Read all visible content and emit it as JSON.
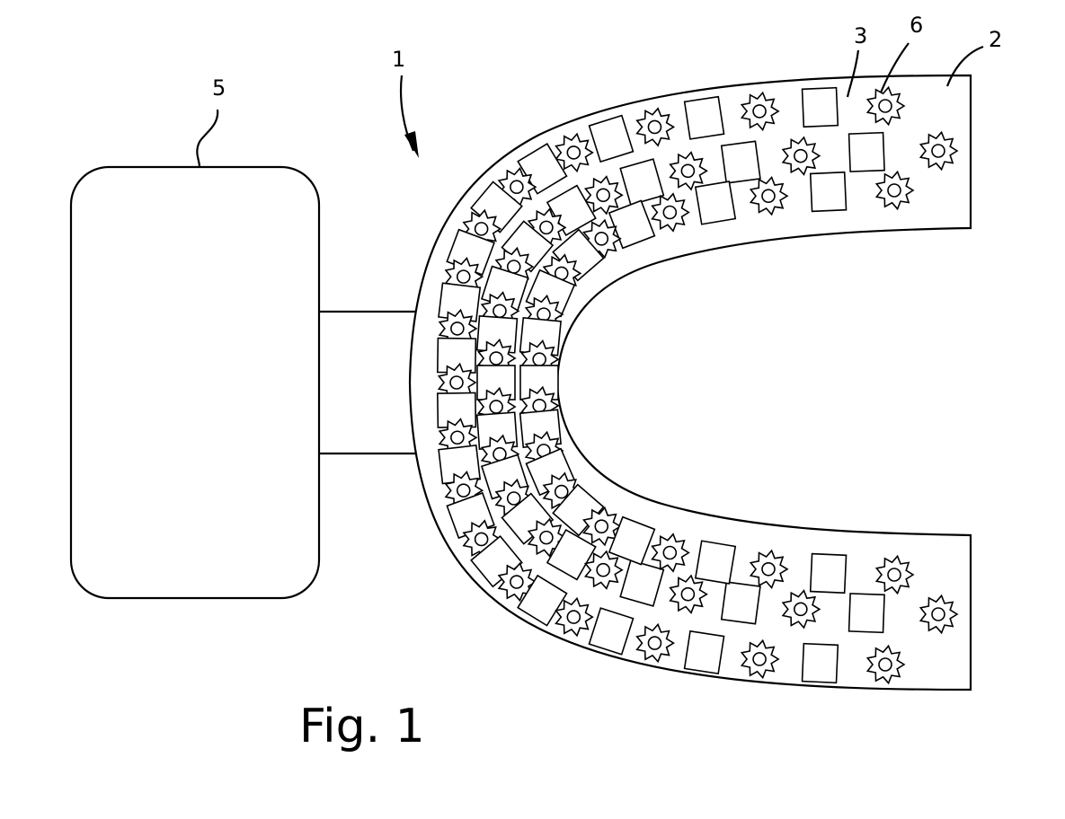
{
  "figure": {
    "caption": "Fig. 1",
    "labels": {
      "device": "1",
      "tray": "2",
      "element_square": "3",
      "control_unit": "5",
      "element_gear": "6"
    },
    "components": [
      {
        "ref": "1",
        "name": "device",
        "indicator": "curved arrow"
      },
      {
        "ref": "2",
        "name": "U-shaped tray"
      },
      {
        "ref": "3",
        "name": "square element"
      },
      {
        "ref": "5",
        "name": "control unit box"
      },
      {
        "ref": "6",
        "name": "gear-shaped element"
      }
    ],
    "rows": [
      {
        "name": "outer-row",
        "pattern": "alternating square / gear"
      },
      {
        "name": "middle-row",
        "pattern": "alternating square / gear"
      },
      {
        "name": "inner-row",
        "pattern": "alternating square / gear"
      }
    ]
  }
}
